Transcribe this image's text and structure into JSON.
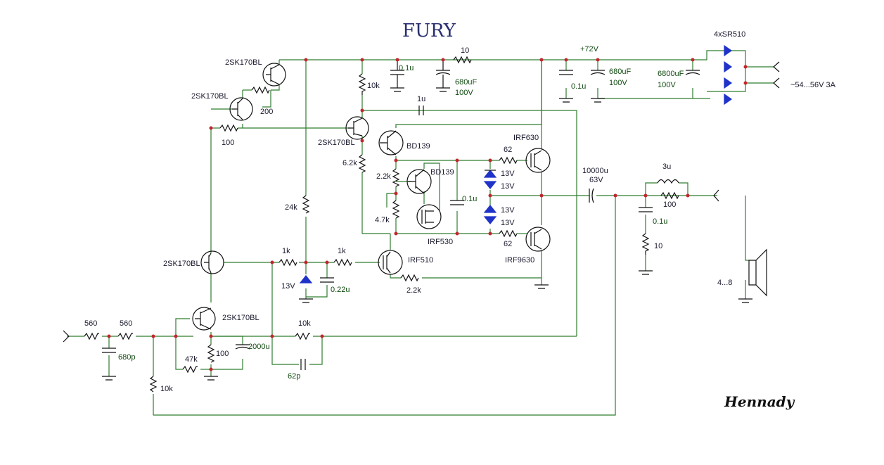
{
  "title": "FURY",
  "signature": "Hennady",
  "supply": {
    "rail": "+72V",
    "input": "~54...56V 3A",
    "rectifier": "4xSR510"
  },
  "labels": {
    "q_top": "2SK170BL",
    "q_mid_left": "2SK170BL",
    "q_driver": "2SK170BL",
    "q_center": "2SK170BL",
    "q_input": "2SK170BL",
    "r_200": "200",
    "r_100_top": "100",
    "r_10k_top": "10k",
    "r_62k": "6.2k",
    "r_22k": "2.2k",
    "r_47k_pot": "4.7k",
    "r_24k": "24k",
    "r_1k_a": "1k",
    "r_1k_b": "1k",
    "r_22k_b": "2.2k",
    "r_62_top": "62",
    "r_62_bot": "62",
    "r_10_supply": "10",
    "r_560_a": "560",
    "r_560_b": "560",
    "r_10k_fb": "10k",
    "r_47k": "47k",
    "r_100_src": "100",
    "r_10k_in": "10k",
    "r_100_out": "100",
    "r_10_zobel": "10",
    "c_01u_a": "0.1u",
    "c_680_a": "680uF",
    "c_100v_a": "100V",
    "c_01u_b": "0.1u",
    "c_680_b": "680uF",
    "c_100v_b": "100V",
    "c_6800": "6800uF",
    "c_100v_c": "100V",
    "c_1u": "1u",
    "c_01u_mid": "0.1u",
    "c_10000": "10000u",
    "c_63v": "63V",
    "c_022u": "0.22u",
    "c_680p": "680p",
    "c_2000u": "2000u",
    "c_62p": "62p",
    "c_01u_zobel": "0.1u",
    "l_3u": "3u",
    "q_bd139_a": "BD139",
    "q_bd139_b": "BD139",
    "q_irf630": "IRF630",
    "q_irf530": "IRF530",
    "q_irf9630": "IRF9630",
    "q_irf510": "IRF510",
    "z_13v_1": "13V",
    "z_13v_2": "13V",
    "z_13v_3": "13V",
    "z_13v_4": "13V",
    "z_13v_ref": "13V",
    "speaker": "4...8"
  },
  "colors": {
    "wire": "#2f7d2f",
    "component": "#111111",
    "node": "#c0262c",
    "diode": "#1f33c9",
    "title": "#2a2f6e"
  }
}
